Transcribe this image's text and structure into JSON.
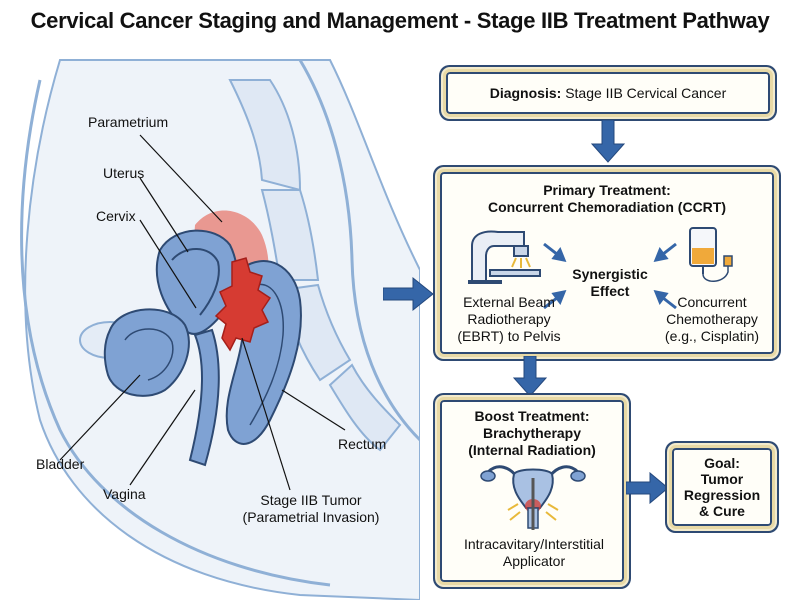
{
  "title": "Cervical Cancer Staging and Management - Stage IIB Treatment Pathway",
  "anatomy": {
    "parametrium": "Parametrium",
    "uterus": "Uterus",
    "cervix": "Cervix",
    "bladder": "Bladder",
    "vagina": "Vagina",
    "rectum": "Rectum",
    "tumor_line1": "Stage IIB Tumor",
    "tumor_line2": "(Parametrial Invasion)"
  },
  "diagnosis": {
    "label": "Diagnosis:",
    "value": "Stage IIB Cervical Cancer"
  },
  "primary": {
    "title_line1": "Primary Treatment:",
    "title_line2": "Concurrent Chemoradiation (CCRT)",
    "ebrt_line1": "External Beam",
    "ebrt_line2": "Radiotherapy",
    "ebrt_line3": "(EBRT) to Pelvis",
    "synergy_line1": "Synergistic",
    "synergy_line2": "Effect",
    "chemo_line1": "Concurrent",
    "chemo_line2": "Chemotherapy",
    "chemo_line3": "(e.g., Cisplatin)"
  },
  "boost": {
    "title_line1": "Boost Treatment:",
    "title_line2": "Brachytherapy",
    "title_line3": "(Internal Radiation)",
    "applicator_line1": "Intracavitary/Interstitial",
    "applicator_line2": "Applicator"
  },
  "goal": {
    "line1": "Goal:",
    "line2": "Tumor",
    "line3": "Regression",
    "line4": "& Cure"
  },
  "colors": {
    "frame_blue": "#2e4a73",
    "arrow_blue": "#3566a8",
    "tumor_red": "#d63b32",
    "parametrium_red": "#e8877f",
    "organ_blue": "#7fa2d3",
    "tissue_light": "#dbe6f3"
  }
}
